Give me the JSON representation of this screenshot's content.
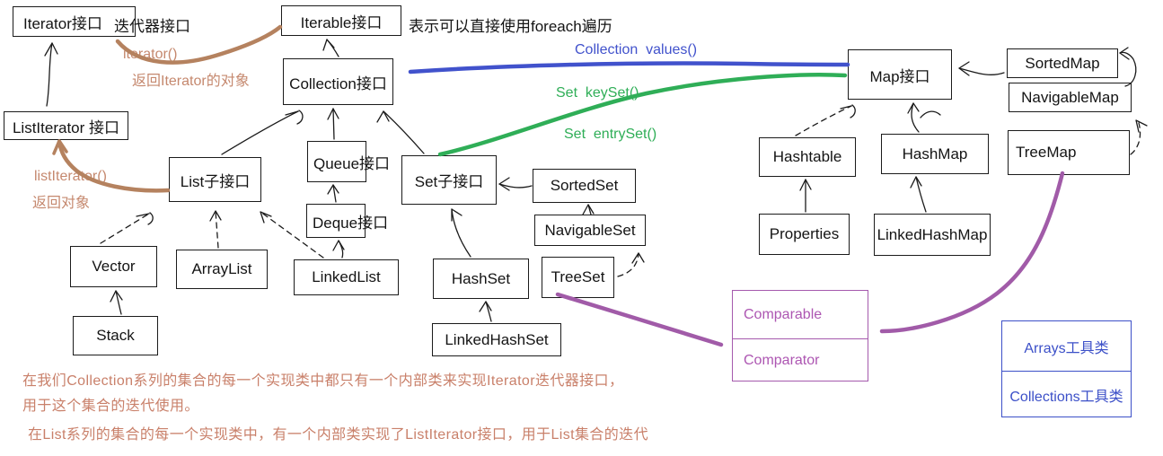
{
  "colors": {
    "box_border": "#1b1b1b",
    "annotation_brown": "#c5886e",
    "curve_brown": "#b5825f",
    "method_blue": "#4152cc",
    "method_green": "#2fae57",
    "pair_purple": "#a55aad",
    "note_red": "#c9806a",
    "utils_blue": "#3c50c8"
  },
  "nodes": {
    "iterator": {
      "label": "Iterator接口"
    },
    "iterator_alias": {
      "label": "迭代器接口"
    },
    "iterable": {
      "label": "Iterable接口"
    },
    "collection": {
      "label": "Collection接口"
    },
    "list_iterator": {
      "label": "ListIterator 接口"
    },
    "list": {
      "label": "List子接口"
    },
    "queue": {
      "label": "Queue接口"
    },
    "deque": {
      "label": "Deque接口"
    },
    "set": {
      "label": "Set子接口"
    },
    "sorted_set": {
      "label": "SortedSet"
    },
    "navigable_set": {
      "label": "NavigableSet"
    },
    "vector": {
      "label": "Vector"
    },
    "array_list": {
      "label": "ArrayList"
    },
    "linked_list": {
      "label": "LinkedList"
    },
    "stack": {
      "label": "Stack"
    },
    "hash_set": {
      "label": "HashSet"
    },
    "tree_set": {
      "label": "TreeSet"
    },
    "linked_hash_set": {
      "label": "LinkedHashSet"
    },
    "map": {
      "label": "Map接口"
    },
    "sorted_map": {
      "label": "SortedMap"
    },
    "navigable_map": {
      "label": "NavigableMap"
    },
    "tree_map": {
      "label": "TreeMap"
    },
    "hashtable": {
      "label": "Hashtable"
    },
    "hash_map": {
      "label": "HashMap"
    },
    "properties": {
      "label": "Properties"
    },
    "linked_hash_map": {
      "label": "LinkedHashMap"
    },
    "comparable": {
      "label": "Comparable"
    },
    "comparator": {
      "label": "Comparator"
    },
    "arrays_util": {
      "label": "Arrays工具类"
    },
    "collections_util": {
      "label": "Collections工具类"
    }
  },
  "annotations": {
    "foreach_note": "表示可以直接使用foreach遍历",
    "iterator_method": "iterator()",
    "iterator_return": "返回Iterator的对象",
    "list_iterator_method": "listIterator()",
    "list_iterator_return": "返回对象",
    "values_method": "Collection  values()",
    "key_set_method": "Set  keySet()",
    "entry_set_method": "Set  entrySet()"
  },
  "notes": {
    "line1": "在我们Collection系列的集合的每一个实现类中都只有一个内部类来实现Iterator迭代器接口，",
    "line2": "用于这个集合的迭代使用。",
    "line3": "在List系列的集合的每一个实现类中，有一个内部类实现了ListIterator接口，用于List集合的迭代"
  }
}
